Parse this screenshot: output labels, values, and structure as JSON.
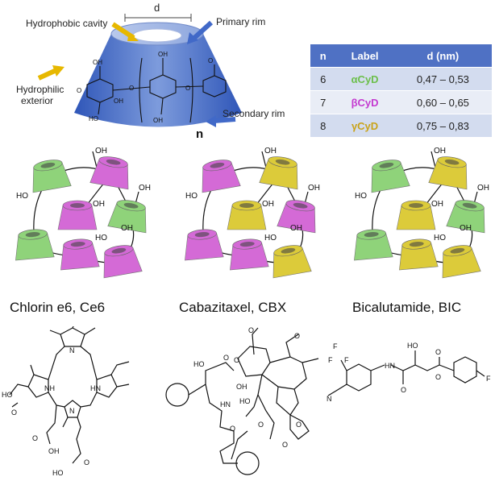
{
  "diagram": {
    "dimension_label": "d",
    "annotations": {
      "hydrophobic": "Hydrophobic cavity",
      "primary_rim": "Primary rim",
      "hydrophilic_1": "Hydrophilic",
      "hydrophilic_2": "exterior",
      "secondary_rim": "Secondary rim",
      "n": "n"
    },
    "ring_labels": {
      "oh": "OH",
      "ho": "HO",
      "o": "O"
    }
  },
  "table": {
    "headers": [
      "n",
      "Label",
      "d (nm)"
    ],
    "rows": [
      {
        "n": "6",
        "label": "αCyD",
        "d": "0,47 – 0,53",
        "color": "#6cbf4b"
      },
      {
        "n": "7",
        "label": "βCyD",
        "d": "0,60 – 0,65",
        "color": "#c43ad0"
      },
      {
        "n": "8",
        "label": "γCyD",
        "d": "0,75 – 0,83",
        "color": "#c9a31a"
      }
    ]
  },
  "colors": {
    "alpha": "#8fd37a",
    "beta": "#d46ad6",
    "gamma": "#dccb3a",
    "torus": "#4a6fc4",
    "table_header": "#4f71c4"
  },
  "polymers": [
    {
      "caption": "Chlorin e6, Ce6"
    },
    {
      "caption": "Cabazitaxel, CBX"
    },
    {
      "caption": "Bicalutamide, BIC"
    }
  ],
  "chem": {
    "nh": "NH",
    "hn": "HN",
    "n": "N",
    "oh": "OH",
    "ho": "HO",
    "o": "O",
    "f": "F",
    "nitrile_n": "N",
    "cf3_f": "F",
    "o_ac": "O"
  }
}
